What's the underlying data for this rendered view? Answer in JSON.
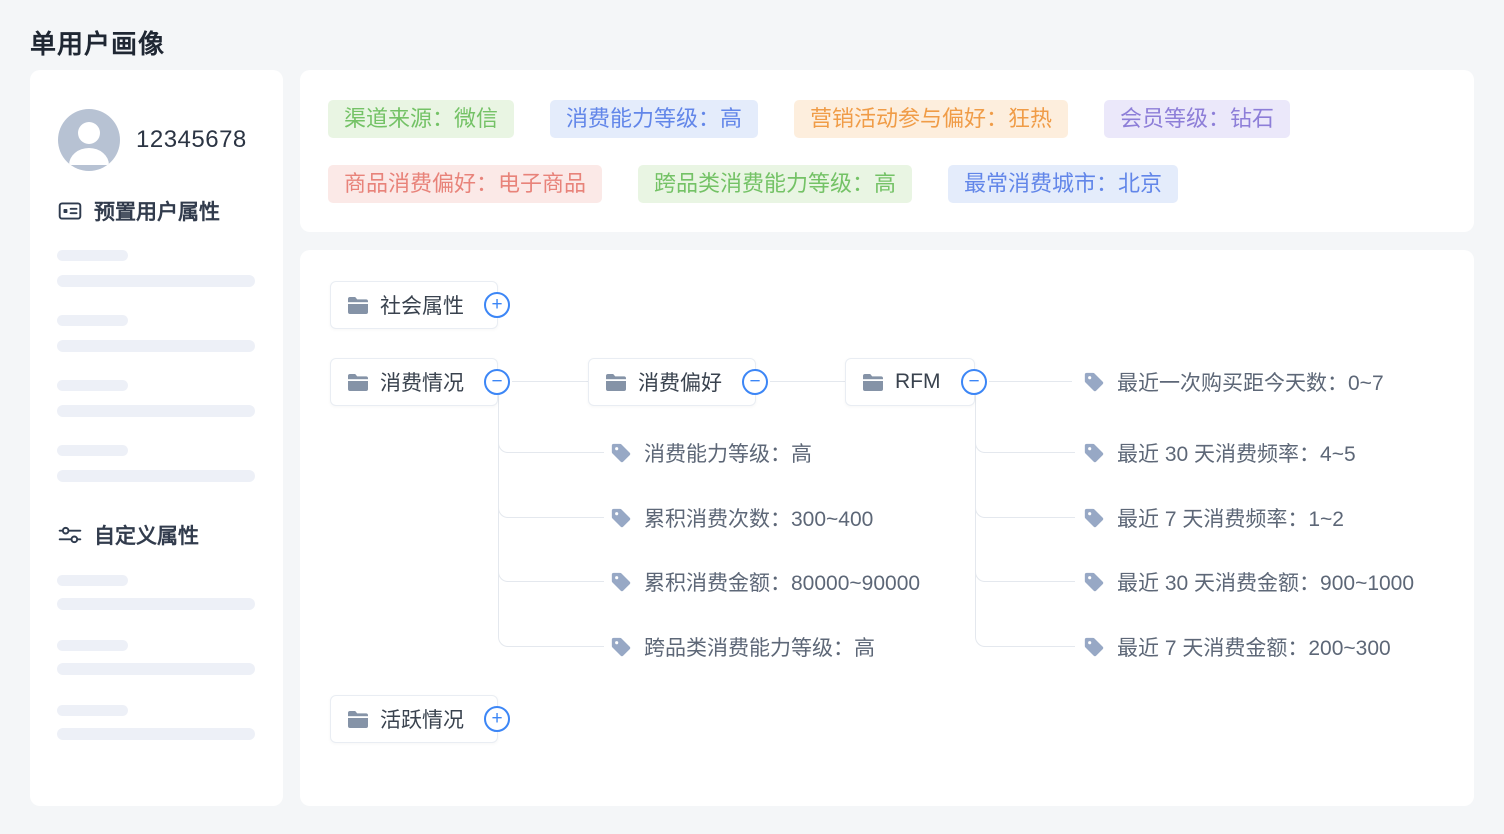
{
  "page": {
    "title": "单用户画像",
    "background": "#f4f6f8"
  },
  "sidebar": {
    "user_id": "12345678",
    "preset_section": {
      "label": "预置用户属性",
      "skeleton_rows": 4
    },
    "custom_section": {
      "label": "自定义属性",
      "skeleton_rows": 3
    }
  },
  "tags": {
    "items": [
      {
        "label": "渠道来源：微信",
        "color": "green",
        "text_hex": "#74c266",
        "bg_hex": "#e9f5e3"
      },
      {
        "label": "消费能力等级：高",
        "color": "blue",
        "text_hex": "#6286e9",
        "bg_hex": "#e4ecfb"
      },
      {
        "label": "营销活动参与偏好：狂热",
        "color": "orange",
        "text_hex": "#f09c47",
        "bg_hex": "#fdeedd"
      },
      {
        "label": "会员等级：钻石",
        "color": "purple",
        "text_hex": "#8d7ed8",
        "bg_hex": "#ebe8fa"
      },
      {
        "label": "商品消费偏好：电子商品",
        "color": "red",
        "text_hex": "#e8837a",
        "bg_hex": "#fbe9e7"
      },
      {
        "label": "跨品类消费能力等级：高",
        "color": "green",
        "text_hex": "#74c266",
        "bg_hex": "#e9f5e3"
      },
      {
        "label": "最常消费城市：北京",
        "color": "blue",
        "text_hex": "#6286e9",
        "bg_hex": "#e4ecfb"
      }
    ]
  },
  "tree": {
    "social_node": {
      "label": "社会属性",
      "state": "collapsed"
    },
    "consume_node": {
      "label": "消费情况",
      "state": "expanded"
    },
    "preference_node": {
      "label": "消费偏好",
      "state": "expanded"
    },
    "rfm_node": {
      "label": "RFM",
      "state": "expanded"
    },
    "active_node": {
      "label": "活跃情况",
      "state": "collapsed"
    },
    "consume_leaves": [
      "消费能力等级：高",
      "累积消费次数：300~400",
      "累积消费金额：80000~90000",
      "跨品类消费能力等级：高"
    ],
    "rfm_leaves": [
      "最近一次购买距今天数：0~7",
      "最近 30 天消费频率：4~5",
      "最近 7 天消费频率：1~2",
      "最近 30 天消费金额：900~1000",
      "最近 7 天消费金额：200~300"
    ]
  },
  "icons": {
    "expand_glyph": "+",
    "collapse_glyph": "−",
    "folder": "folder-icon",
    "tag": "tag-icon",
    "id_card": "id-card-icon",
    "sliders": "sliders-icon",
    "avatar": "user-avatar-icon"
  },
  "colors": {
    "accent_blue": "#3c86f6",
    "connector": "#e4e8ee",
    "node_text": "#39424e",
    "leaf_text": "#5d6777",
    "icon_slate": "#8593a7",
    "tag_icon_fill": "#97a8c5",
    "avatar_bg": "#b7c2d3"
  }
}
